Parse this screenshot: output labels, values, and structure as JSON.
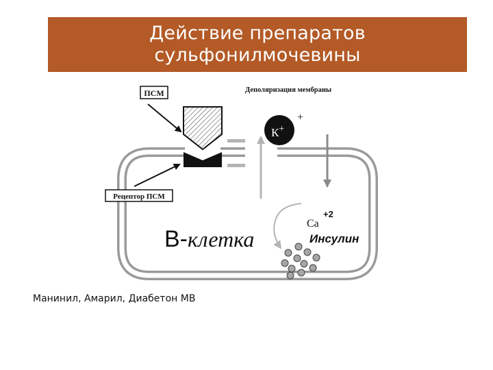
{
  "slide": {
    "title_lines": [
      "Действие препаратов",
      "сульфонилмочевины"
    ],
    "footnote": "Манинил, Амарил, Диабетон МВ"
  },
  "diagram": {
    "label_psm": "ПСМ",
    "label_depolarization": "Деполяризация мембраны",
    "label_plus": "+",
    "label_k": "К",
    "label_k_charge": "+",
    "label_ca": "Са",
    "label_ca_charge": "+2",
    "label_insulin": "Инсулин",
    "label_receptor": "Рецептор ПСМ",
    "label_cell_b": "В-",
    "label_cell_rest": "клетка",
    "colors": {
      "title_bg": "#b35a27",
      "membrane": "#9a9a9a",
      "gray_arrow": "#b4b4b4",
      "granule": "#a6a6a6"
    }
  }
}
